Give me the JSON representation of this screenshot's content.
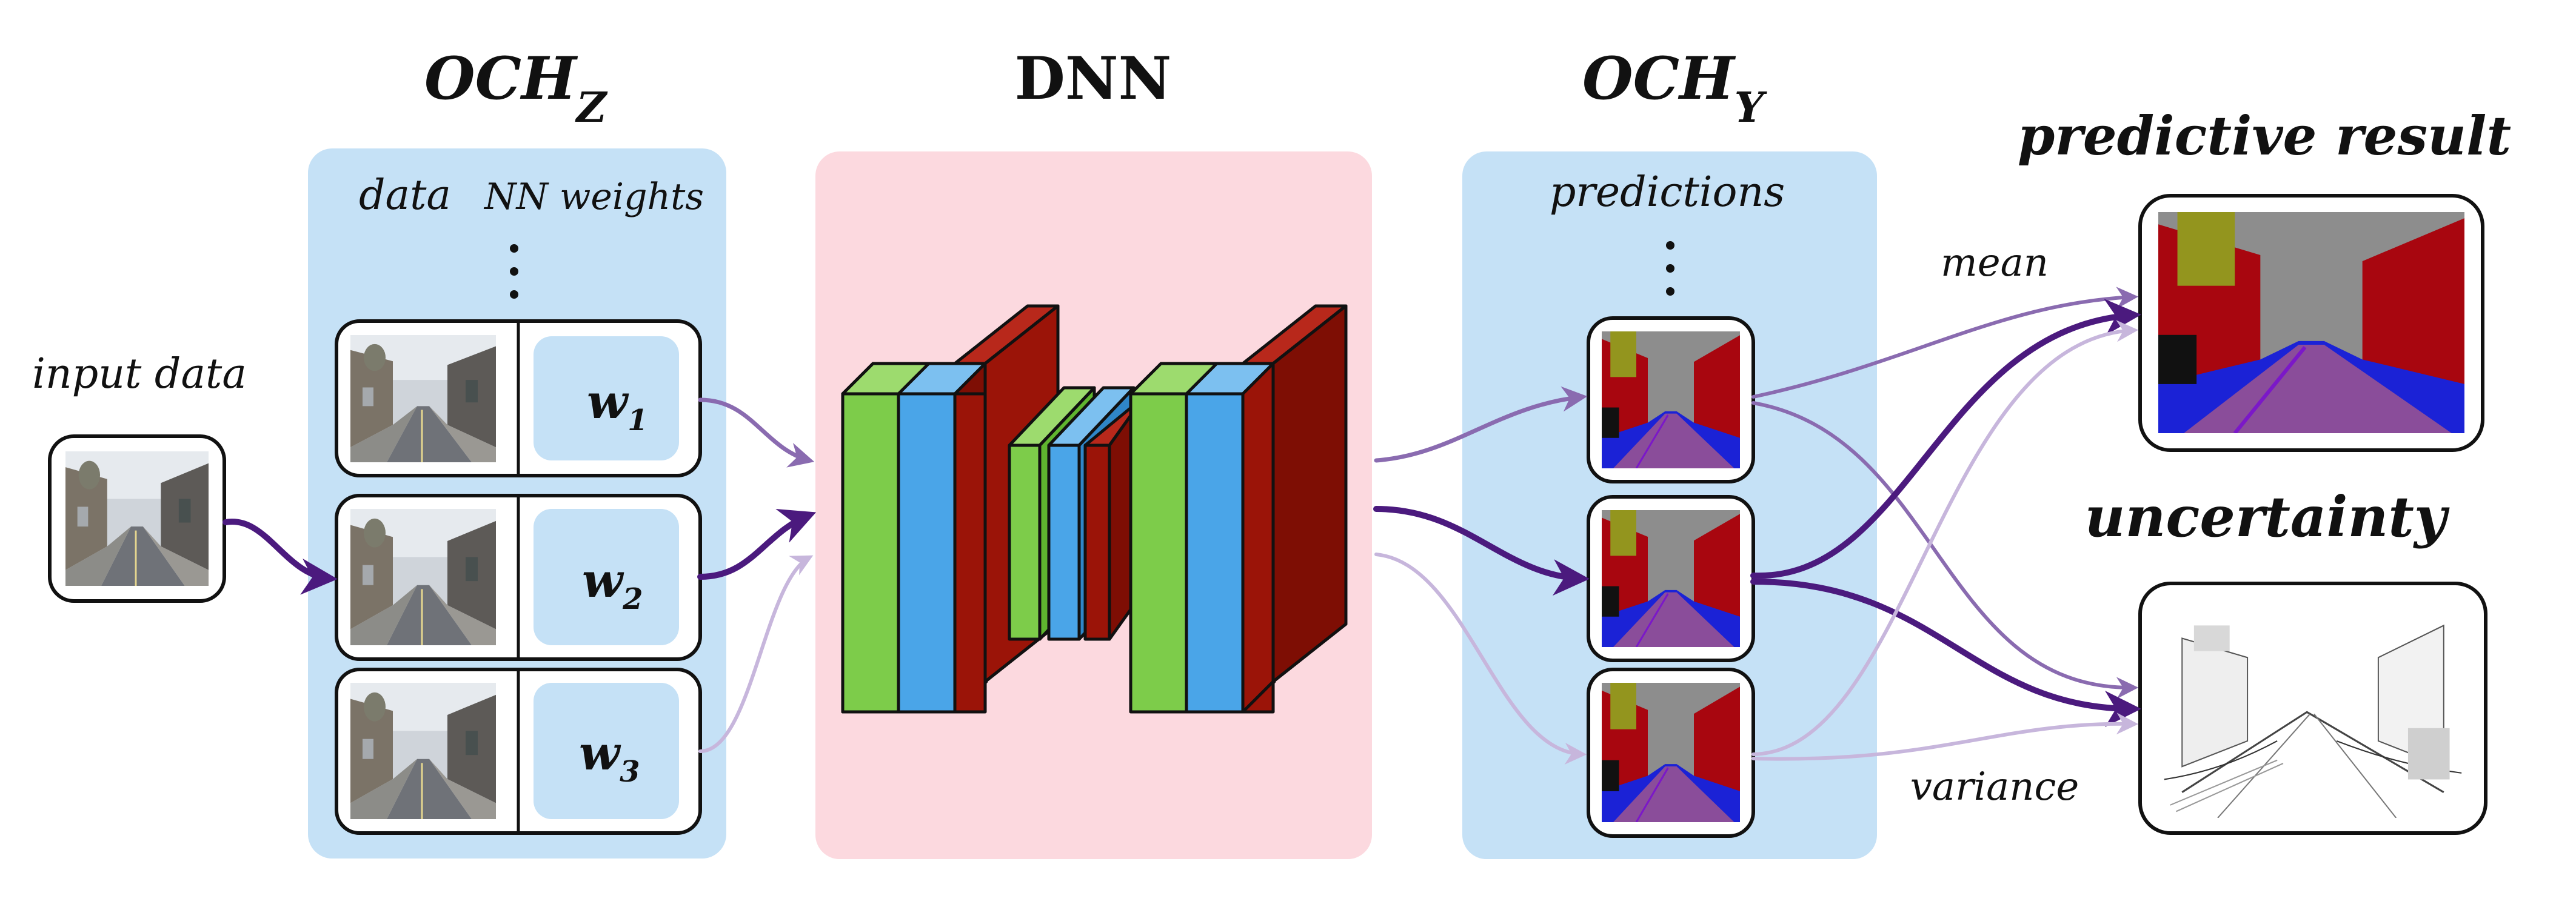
{
  "labels": {
    "input_data": "input data",
    "och_z_main": "OCH",
    "och_z_sub": "Z",
    "dnn": "DNN",
    "och_y_main": "OCH",
    "och_y_sub": "Y",
    "data": "data",
    "nn_weights": "NN weights",
    "predictions": "predictions",
    "mean": "mean",
    "variance": "variance",
    "predictive_result": "predictive result",
    "uncertainty": "uncertainty"
  },
  "weights": [
    {
      "main": "w",
      "sub": "1"
    },
    {
      "main": "w",
      "sub": "2"
    },
    {
      "main": "w",
      "sub": "3"
    }
  ],
  "ellipsis": "⋮",
  "colors": {
    "panel_blue": "#c5e1f6",
    "panel_pink": "#fcd9df",
    "weight_box": "#c5e1f6",
    "layer_green": "#7dcc4a",
    "layer_blue": "#4aa5e8",
    "layer_red": "#9b1408",
    "arrow": "#4b1a7e",
    "seg_road": "#8a4d9a",
    "seg_building": "#a8060f",
    "seg_sky": "#8d8d8d",
    "seg_tree": "#93951e",
    "seg_sidewalk": "#1b22d6"
  }
}
